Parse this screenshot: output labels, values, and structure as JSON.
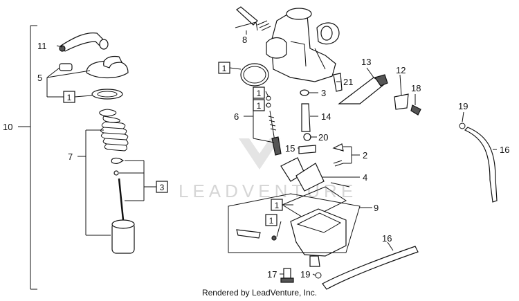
{
  "diagram": {
    "footer": "Rendered by LeadVenture, Inc.",
    "watermark": "LEADVENTURE",
    "callouts": {
      "c10": "10",
      "c11": "11",
      "c5": "5",
      "c1a": "1",
      "c7": "7",
      "c3a": "3",
      "c8": "8",
      "c1b": "1",
      "c1c": "1",
      "c1d": "1",
      "c6": "6",
      "c3b": "3",
      "c21": "21",
      "c13": "13",
      "c12": "12",
      "c18": "18",
      "c14": "14",
      "c20": "20",
      "c15": "15",
      "c2": "2",
      "c4": "4",
      "c19a": "19",
      "c16a": "16",
      "c1e": "1",
      "c1f": "1",
      "c9": "9",
      "c16b": "16",
      "c17": "17",
      "c19b": "19"
    }
  }
}
